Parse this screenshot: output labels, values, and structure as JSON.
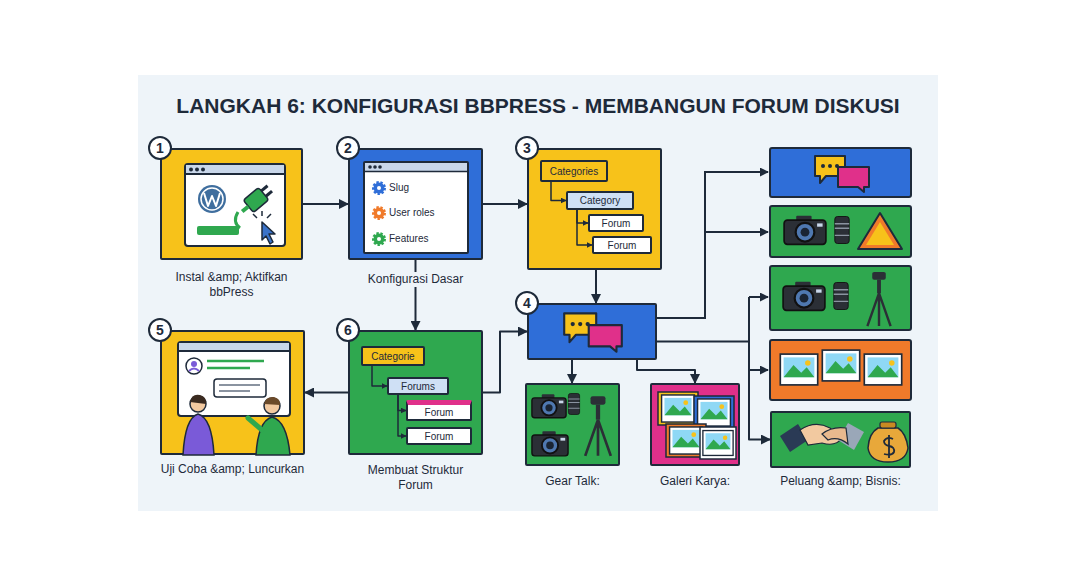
{
  "diagram": {
    "title": "LANGKAH 6: KONFIGURASI BBPRESS - MEMBANGUN FORUM DISKUSI",
    "nodes": [
      {
        "text": [
          "1",
          "Instal &amp; Aktifkan bbPress"
        ]
      },
      {
        "text": [
          "2",
          "Konfigurasi Dasar"
        ]
      },
      {
        "text": [
          "Slug",
          "User roles",
          "Features"
        ],
        "in": 1
      },
      {
        "text": [
          "3"
        ]
      },
      {
        "text": [
          "Categories"
        ],
        "in": 3
      },
      {
        "text": [
          "Category"
        ],
        "in": 3
      },
      {
        "text": [
          "Forum"
        ],
        "in": 3
      },
      {
        "text": [
          "Forum"
        ],
        "in": 3
      },
      {
        "text": [
          "4"
        ]
      },
      {
        "text": [
          "5",
          "Uji Coba &amp; Luncurkan"
        ]
      },
      {
        "text": [
          "6",
          "Membuat Struktur Forum"
        ]
      },
      {
        "text": [
          "Categorie"
        ],
        "in": 10
      },
      {
        "text": [
          "Forums"
        ],
        "in": 10
      },
      {
        "text": [
          "Forum"
        ],
        "in": 10
      },
      {
        "text": [
          "Forum"
        ],
        "in": 10
      },
      {
        "text": [
          "Gear Talk:"
        ]
      },
      {
        "text": [
          "Galeri Karya:"
        ]
      },
      {
        "text": [
          "Peluang &amp; Bisnis:"
        ]
      }
    ],
    "edges": [
      {
        "from": 0,
        "to": 1,
        "arrow": "to"
      },
      {
        "from": 1,
        "to": 3,
        "arrow": "to"
      },
      {
        "from": 3,
        "to": 8,
        "arrow": "to"
      },
      {
        "from": 1,
        "to": 10,
        "arrow": "to"
      },
      {
        "from": 10,
        "to": 9,
        "arrow": "to"
      },
      {
        "from": 10,
        "to": 8,
        "arrow": "to"
      },
      {
        "from": 8,
        "to": 15,
        "arrow": "to"
      },
      {
        "from": 8,
        "to": 16,
        "arrow": "to"
      },
      {
        "from": 8,
        "to": 17,
        "arrow": "to"
      },
      {
        "from": 4,
        "to": 5,
        "arrow": "to"
      },
      {
        "from": 5,
        "to": 6,
        "arrow": "to"
      },
      {
        "from": 5,
        "to": 7,
        "arrow": "to"
      },
      {
        "from": 11,
        "to": 12,
        "arrow": "to"
      },
      {
        "from": 12,
        "to": 13,
        "arrow": "to"
      },
      {
        "from": 12,
        "to": 14,
        "arrow": "to"
      }
    ]
  }
}
